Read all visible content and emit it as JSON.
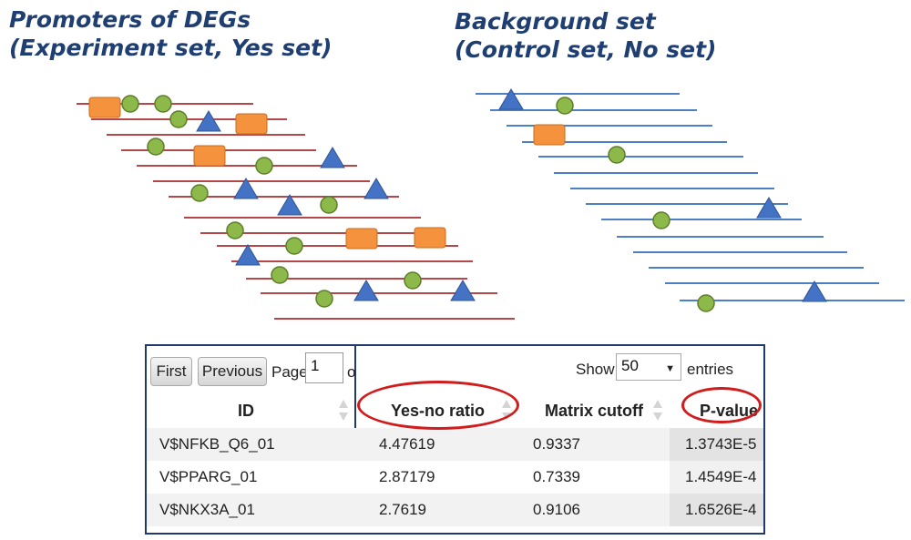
{
  "left_heading": {
    "line1": "Promoters of DEGs",
    "line2": "(Experiment set, Yes set)"
  },
  "right_heading": {
    "line1": "Background set",
    "line2": "(Control set, No set)"
  },
  "colors": {
    "heading": "#1f3f73",
    "experiment_line": "#b3474a",
    "control_line": "#4d7fc4",
    "rectangle": "#f5923e",
    "circle": "#8db84a",
    "triangle": "#4472c4",
    "highlight": "#d01c1c"
  },
  "legend_symbols": [
    "rectangle",
    "circle",
    "triangle"
  ],
  "table": {
    "pager": {
      "first": "First",
      "previous": "Previous",
      "page_label": "Page",
      "page_value": "1",
      "of_fragment": "o"
    },
    "show_label": "Show",
    "show_value": "50",
    "entries_label": "entries",
    "columns": [
      "ID",
      "Yes-no ratio",
      "Matrix cutoff",
      "P-value"
    ],
    "highlighted_columns": [
      "Yes-no ratio",
      "P-value"
    ],
    "rows": [
      {
        "id": "V$NFKB_Q6_01",
        "ratio": "4.47619",
        "cutoff": "0.9337",
        "pvalue": "1.3743E-5"
      },
      {
        "id": "V$PPARG_01",
        "ratio": "2.87179",
        "cutoff": "0.7339",
        "pvalue": "1.4549E-4"
      },
      {
        "id": "V$NKX3A_01",
        "ratio": "2.7619",
        "cutoff": "0.9106",
        "pvalue": "1.6526E-4"
      }
    ]
  }
}
